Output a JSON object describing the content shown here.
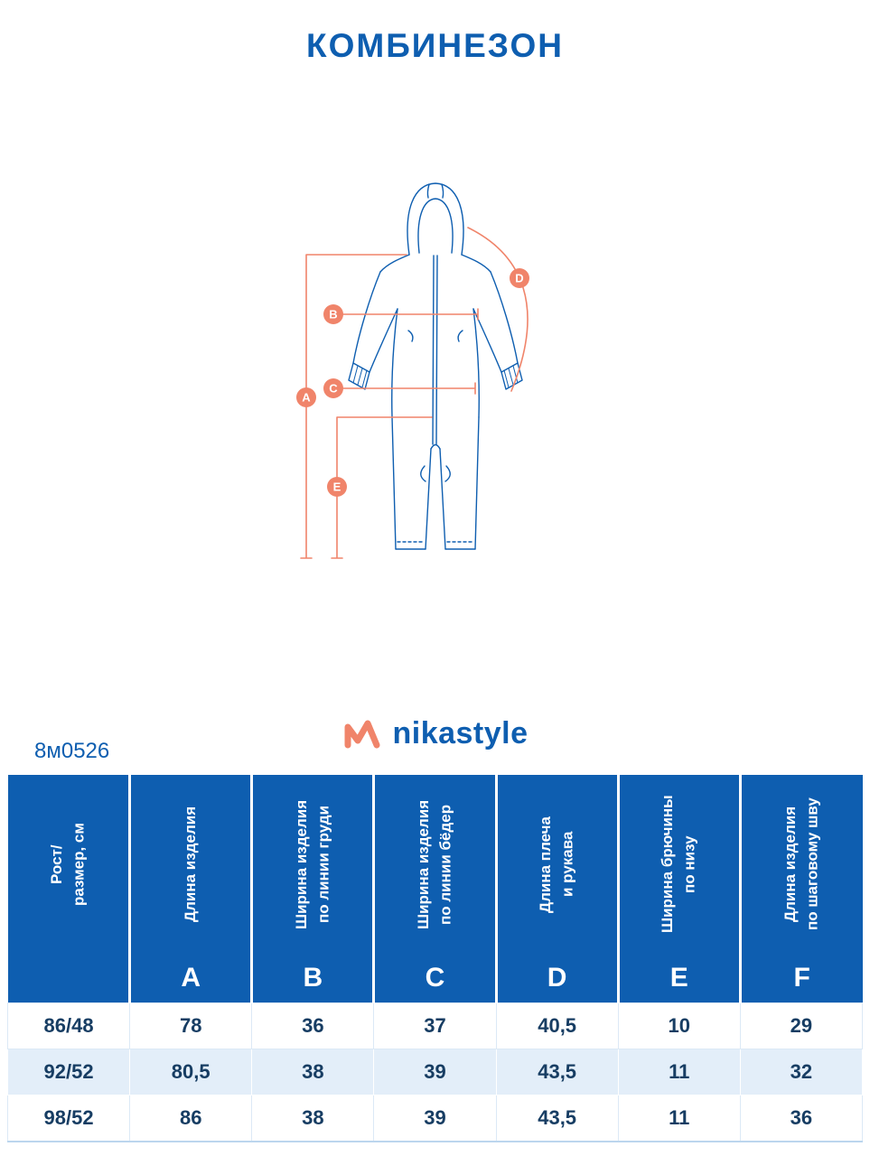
{
  "page": {
    "title": "КОМБИНЕЗОН",
    "model_code": "8м0526"
  },
  "brand": {
    "name": "nikastyle"
  },
  "colors": {
    "primary_blue": "#0e5eb0",
    "accent_orange": "#f0846a",
    "row_alt_blue": "#e3eef9",
    "value_text": "#173d63"
  },
  "diagram": {
    "garment": "комбинезон с капюшоном",
    "markers": [
      "A",
      "B",
      "C",
      "D",
      "E"
    ]
  },
  "table": {
    "columns": [
      {
        "label": "Рост/\nразмер, см",
        "letter": ""
      },
      {
        "label": "Длина изделия",
        "letter": "A"
      },
      {
        "label": "Ширина изделия\nпо линии груди",
        "letter": "B"
      },
      {
        "label": "Ширина изделия\nпо линии бёдер",
        "letter": "C"
      },
      {
        "label": "Длина плеча\nи рукава",
        "letter": "D"
      },
      {
        "label": "Ширина брючины\nпо низу",
        "letter": "E"
      },
      {
        "label": "Длина изделия\nпо шаговому шву",
        "letter": "F"
      }
    ],
    "rows": [
      {
        "size": "86/48",
        "values": [
          "78",
          "36",
          "37",
          "40,5",
          "10",
          "29"
        ]
      },
      {
        "size": "92/52",
        "values": [
          "80,5",
          "38",
          "39",
          "43,5",
          "11",
          "32"
        ]
      },
      {
        "size": "98/52",
        "values": [
          "86",
          "38",
          "39",
          "43,5",
          "11",
          "36"
        ]
      }
    ]
  }
}
